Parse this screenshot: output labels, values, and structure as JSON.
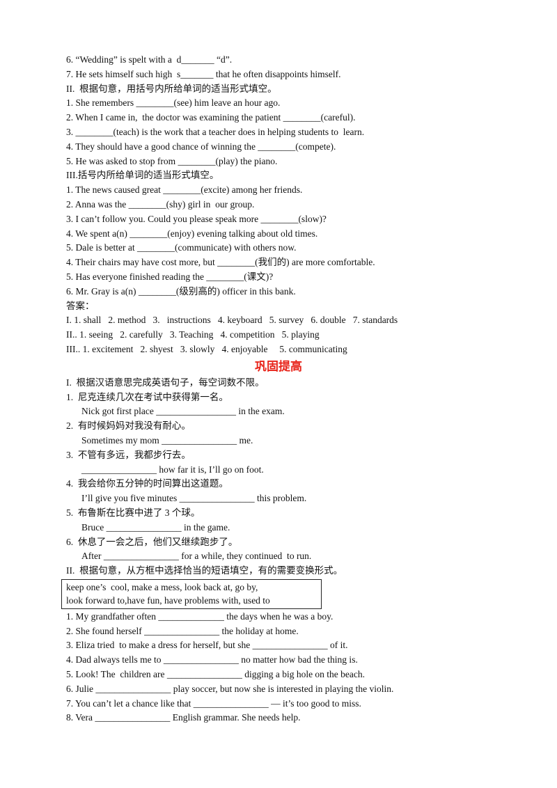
{
  "part1": {
    "lines": [
      "6. “Wedding” is spelt with a  d_______ “d”.",
      "7. He sets himself such high  s_______ that he often disappoints himself.",
      "II.  根据句意，用括号内所给单词的适当形式填空。",
      "1. She remembers ________(see) him leave an hour ago.",
      "2. When I came in,  the doctor was examining the patient ________(careful).",
      "3. ________(teach) is the work that a teacher does in helping students to  learn.",
      "4. They should have a good chance of winning the ________(compete).",
      "5. He was asked to stop from ________(play) the piano.",
      "III.括号内所给单词的适当形式填空。",
      "1. The news caused great ________(excite) among her friends.",
      "2. Anna was the ________(shy) girl in  our group.",
      "3. I can’t follow you. Could you please speak more ________(slow)?",
      "4. We spent a(n) ________(enjoy) evening talking about old times.",
      "5. Dale is better at ________(communicate) with others now.",
      "4. Their chairs may have cost more, but ________(我们的) are more comfortable.",
      "5. Has everyone finished reading the ________(课文)?",
      "6. Mr. Gray is a(n) ________(级别高的) officer in this bank.",
      "答案：",
      "I. 1. shall   2. method   3.   instructions   4. keyboard   5. survey   6. double   7. standards",
      "II.. 1. seeing   2. carefully   3. Teaching   4. competition   5. playing",
      "III.. 1. excitement   2. shyest   3. slowly   4. enjoyable     5. communicating"
    ]
  },
  "section_title": "巩固提高",
  "part2": {
    "lines": [
      {
        "text": "I.  根据汉语意思完成英语句子，每空词数不限。",
        "indent": false
      },
      {
        "text": "1.  尼克连续几次在考试中获得第一名。",
        "indent": false
      },
      {
        "text": "Nick got first place _________________ in the exam.",
        "indent": true
      },
      {
        "text": "2.  有时候妈妈对我没有耐心。",
        "indent": false
      },
      {
        "text": "Sometimes my mom ________________ me.",
        "indent": true
      },
      {
        "text": "3.  不管有多远，我都步行去。",
        "indent": false
      },
      {
        "text": "________________ how far it is, I’ll go on foot.",
        "indent": true
      },
      {
        "text": "4.  我会给你五分钟的时间算出这道题。",
        "indent": false
      },
      {
        "text": "I’ll give you five minutes ________________ this problem.",
        "indent": true
      },
      {
        "text": "5.  布鲁斯在比赛中进了 3 个球。",
        "indent": false
      },
      {
        "text": "Bruce ________________ in the game.",
        "indent": true
      },
      {
        "text": "6.  休息了一会之后，他们又继续跑步了。",
        "indent": false
      },
      {
        "text": "After ________________ for a while, they continued  to run.",
        "indent": true
      },
      {
        "text": "II.  根据句意，从方框中选择恰当的短语填空，有的需要变换形式。",
        "indent": false
      }
    ]
  },
  "phrase_box": {
    "lines": [
      "keep one’s  cool, make a mess, look back at, go by,",
      "look forward to,have fun, have problems with, used to"
    ]
  },
  "part3": {
    "lines": [
      "1. My grandfather often ______________ the days when he was a boy.",
      "2. She found herself ________________ the holiday at home.",
      "3. Eliza tried  to make a dress for herself, but she ________________ of it.",
      "4. Dad always tells me to ________________ no matter how bad the thing is.",
      "5. Look! The  children are ________________ digging a big hole on the beach.",
      "6. Julie ________________ play soccer, but now she is interested in playing the violin.",
      "7. You can’t let a chance like that ________________ — it’s too good to miss.",
      "8. Vera ________________ English grammar. She needs help."
    ]
  }
}
